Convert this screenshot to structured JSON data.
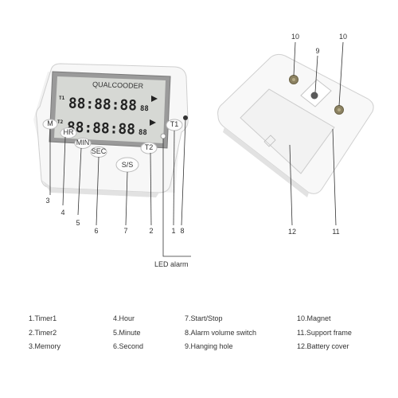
{
  "callouts": {
    "front": [
      "3",
      "4",
      "5",
      "6",
      "7",
      "2",
      "1",
      "8"
    ],
    "led_alarm": "LED alarm",
    "back": [
      "10",
      "10",
      "9",
      "12",
      "11"
    ]
  },
  "device": {
    "brand": "QUALCOODER",
    "buttons": {
      "hour": "HR",
      "minute": "MIN",
      "second": "SEC",
      "start_stop": "S/S",
      "timer1": "T1",
      "timer2": "T2",
      "memory": "M"
    },
    "display": {
      "row1": "88:88:88",
      "row2": "88:88:88",
      "small": "88",
      "tag1": "T1",
      "tag2": "T2"
    }
  },
  "legend": {
    "col1": [
      "1.Timer1",
      "2.Timer2",
      "3.Memory"
    ],
    "col2": [
      "4.Hour",
      "5.Minute",
      "6.Second"
    ],
    "col3": [
      "7.Start/Stop",
      "8.Alarm volume switch",
      "9.Hanging hole"
    ],
    "col4": [
      "10.Magnet",
      "11.Support frame",
      "12.Battery cover"
    ]
  }
}
